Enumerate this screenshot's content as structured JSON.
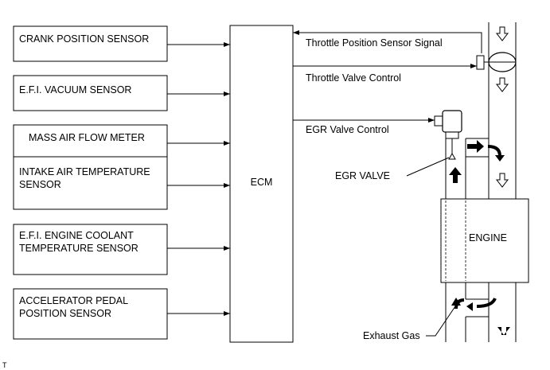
{
  "sensors": {
    "crank": "CRANK POSITION SENSOR",
    "efi_vacuum": "E.F.I. VACUUM SENSOR",
    "maf": "MASS AIR FLOW METER",
    "iat_line1": "INTAKE AIR TEMPERATURE",
    "iat_line2": "SENSOR",
    "coolant_line1": "E.F.I. ENGINE COOLANT",
    "coolant_line2": "TEMPERATURE SENSOR",
    "accel_line1": "ACCELERATOR PEDAL",
    "accel_line2": "POSITION SENSOR"
  },
  "ecm": "ECM",
  "signals": {
    "throttle_sensor": "Throttle Position Sensor Signal",
    "throttle_control": "Throttle Valve Control",
    "egr_control": "EGR Valve Control"
  },
  "components": {
    "egr_valve": "EGR VALVE",
    "engine": "ENGINE",
    "exhaust": "Exhaust Gas"
  },
  "footer_mark": "T"
}
